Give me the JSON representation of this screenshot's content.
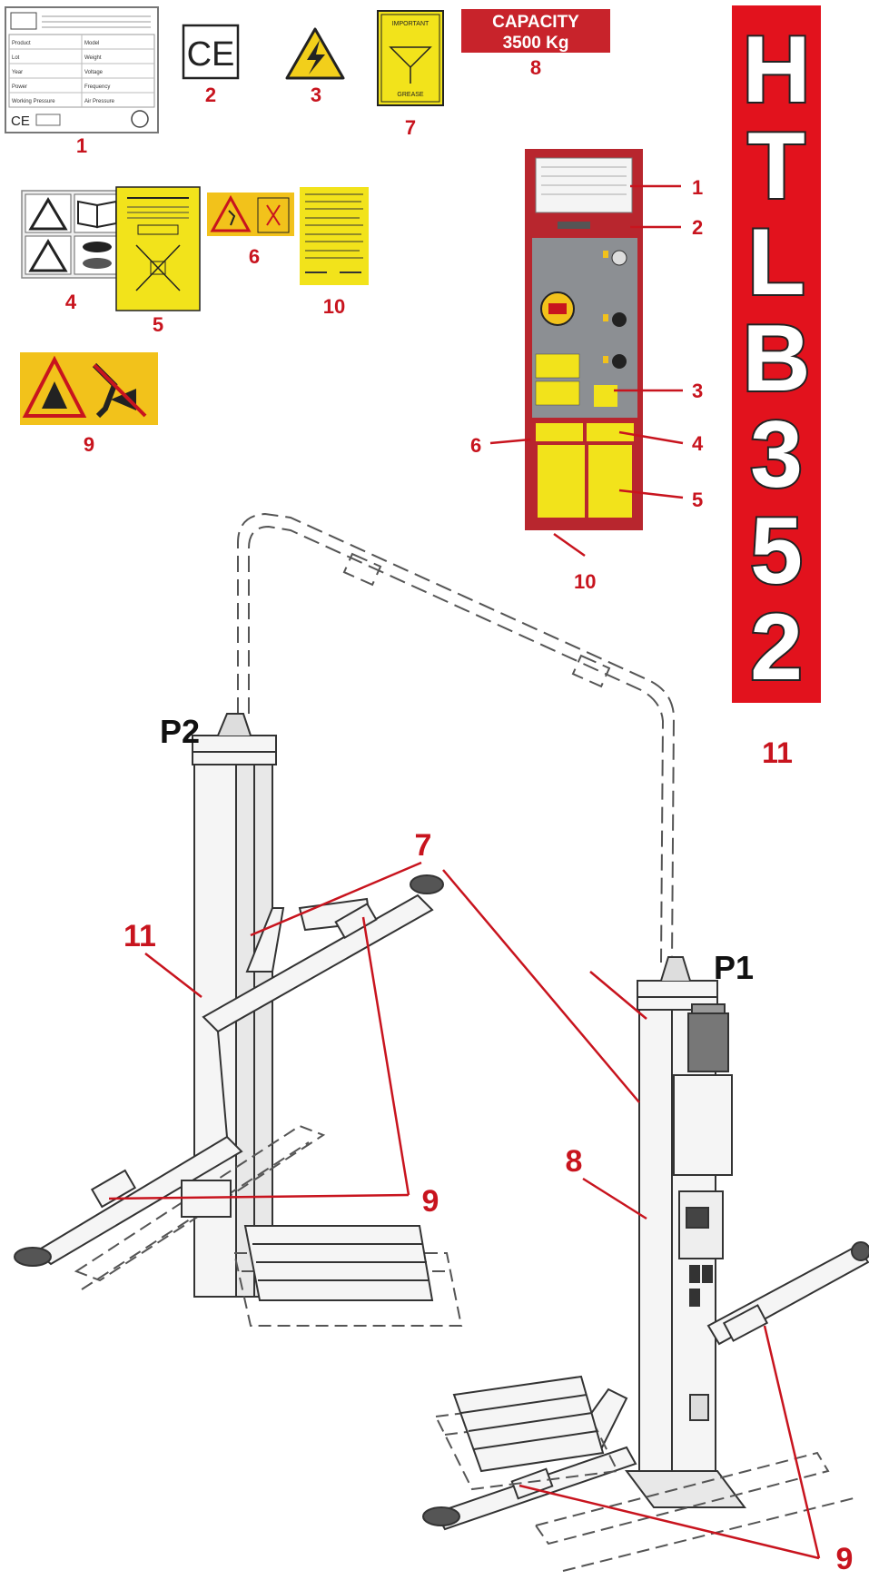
{
  "labels": {
    "label1_product_plate": "1",
    "label2_ce_mark": "2",
    "label3_electric_hazard": "3",
    "label4_warning_manual": "4",
    "label5_lift_diagram": "5",
    "label6_fall_hazard": "6",
    "label7_grease": "7",
    "label8_capacity": "8",
    "label9_crush_hazard": "9",
    "label10_instructions": "10",
    "label11_model_banner": "11"
  },
  "decals": {
    "ce_text": "CE",
    "grease_top": "IMPORTANT",
    "grease_bottom": "GREASE",
    "capacity_line1": "CAPACITY",
    "capacity_line2": "3500 Kg",
    "model_banner_letters": [
      "H",
      "T",
      "L",
      "B",
      "3",
      "5",
      "2"
    ]
  },
  "nameplate": {
    "fields": [
      "Product",
      "Lot",
      "Year",
      "Power",
      "Working Pressure"
    ],
    "fields_right": [
      "Model",
      "Weight",
      "Voltage",
      "Frequency",
      "Air Pressure"
    ]
  },
  "columns": {
    "p2": "P2",
    "p1": "P1"
  },
  "colors": {
    "accent_red": "#c8141e",
    "decal_yellow": "#f2e31b",
    "banner_red": "#e2121d"
  }
}
